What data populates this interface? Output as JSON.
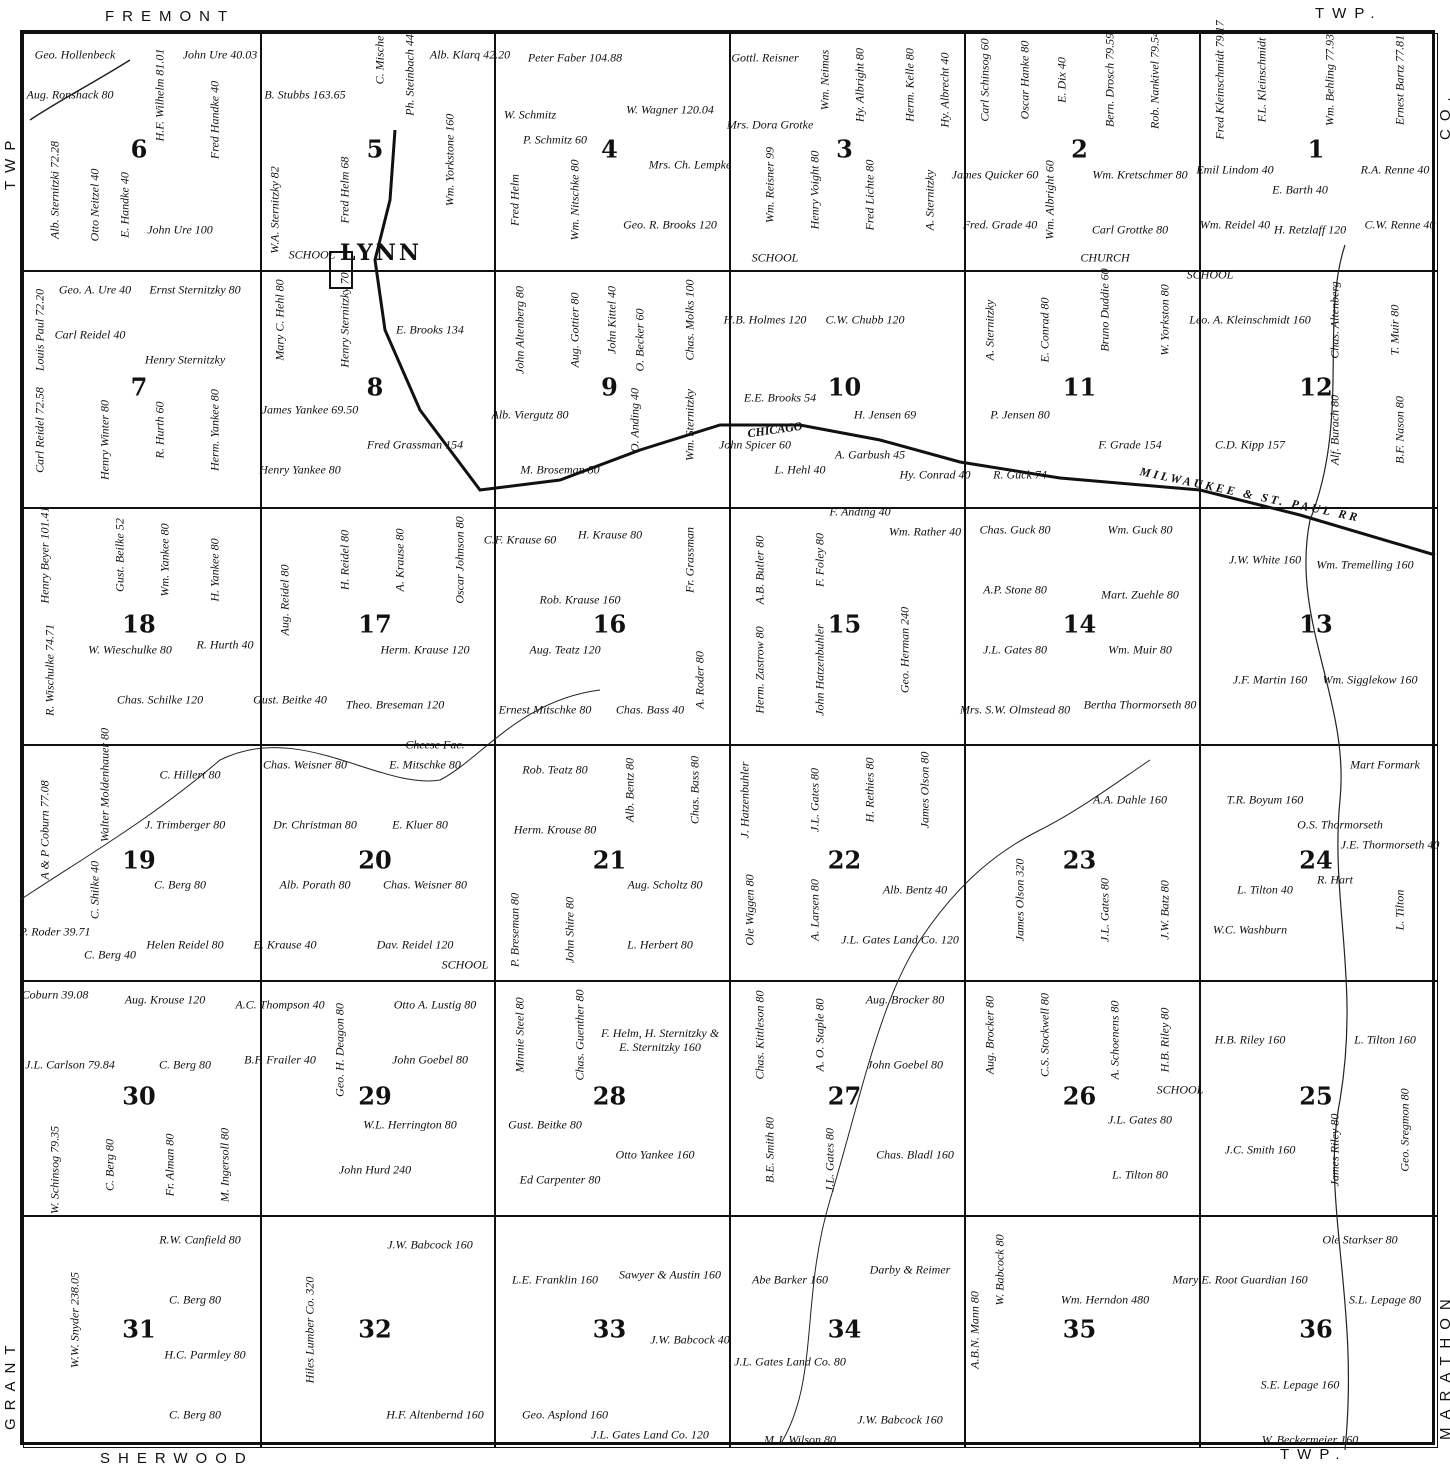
{
  "edges": {
    "top": "FREMONT",
    "top_right": "TWP.",
    "bottom": "SHERWOOD",
    "bottom_right": "TWP.",
    "left_top": "TWP",
    "left_bottom": "GRANT",
    "right_top": "CO.",
    "right_bottom": "MARATHON"
  },
  "town": "LYNN",
  "railroad": {
    "part1": "CHICAGO",
    "part2": "MILWAUKEE & ST. PAUL RR"
  },
  "sections": [
    6,
    5,
    4,
    3,
    2,
    1,
    7,
    8,
    9,
    10,
    11,
    12,
    18,
    17,
    16,
    15,
    14,
    13,
    19,
    20,
    21,
    22,
    23,
    24,
    30,
    29,
    28,
    27,
    26,
    25,
    31,
    32,
    33,
    34,
    35,
    36
  ],
  "owners": [
    "Geo. Hollenbeck",
    "Aug. Ronshack 80",
    "H.F. Wilhelm 81.01",
    "Alb. Sternitzki 72.28",
    "Otto Neitzel 40",
    "E. Handke 40",
    "Fred Handke 40",
    "John Ure 40.03",
    "John Ure 100",
    "B. Stubbs 163.65",
    "C. Mische",
    "Ph. Steinbach 44",
    "Wm. Yorkstone 160",
    "W.A. Sternitzky 82",
    "Fred Helm 68",
    "SCHOOL",
    "Peter Faber 104.88",
    "Alb. Klarq 42.20",
    "P. Schmitz 60",
    "W. Wagner 120.04",
    "W. Schmitz",
    "Fred Helm",
    "Wm. Nitschke 80",
    "Mrs. Ch. Lempke",
    "Geo. R. Brooks 120",
    "Gottl. Reisner",
    "Mrs. Dora Grotke",
    "Wm. Neimas",
    "Hy. Albright 80",
    "Herm. Kelle 80",
    "Hy. Albrecht 40",
    "Wm. Reisner 99",
    "Henry Voight 80",
    "Fred Lichte 80",
    "A. Sternitzky",
    "SCHOOL",
    "Carl Schinsog 60",
    "Oscar Hanke 80",
    "E. Dix 40",
    "Bern. Drosch 79.59",
    "Rob. Nankivel 79.54",
    "James Quicker 60",
    "Fred. Grade 40",
    "Wm. Albright 60",
    "Wm. Kretschmer 80",
    "Carl Grottke 80",
    "CHURCH",
    "Fred Kleinschmidt 79.17",
    "F.L. Kleinschmidt",
    "Wm. Behling 77.93",
    "Ernest Bartz 77.81",
    "Emil Lindom 40",
    "E. Barth 40",
    "Wm. Reidel 40",
    "H. Retzlaff 120",
    "R.A. Renne 40",
    "C.W. Renne 40",
    "Geo. A. Ure 40",
    "Ernst Sternitzky 80",
    "Louis Paul 72.20",
    "Carl Reidel 40",
    "Henry Sternitzky",
    "Carl Reidel 72.58",
    "Henry Winter 80",
    "R. Hurth 60",
    "Herm. Yankee 80",
    "Mary C. Hehl 80",
    "Henry Sternitzky 70",
    "E. Brooks 134",
    "James Yankee 69.50",
    "Fred Grassman 154",
    "Henry Yankee 80",
    "John Altenberg 80",
    "Aug. Gottier 80",
    "John Kittel 40",
    "O. Becker 60",
    "Chas. Molks 100",
    "Alb. Viergutz 80",
    "O. Anding 40",
    "Wm. Sternitzky",
    "M. Broseman 80",
    "H.B. Holmes 120",
    "C.W. Chubb 120",
    "E.E. Brooks 54",
    "H. Jensen 69",
    "John Spicer 60",
    "L. Hehl 40",
    "A. Garbush 45",
    "Hy. Conrad 40",
    "A. Sternitzky",
    "E. Conrad 80",
    "P. Jensen 80",
    "R. Guck 74",
    "Bruno Duddie 60",
    "W. Yorkston 80",
    "Leo. A. Kleinschmidt 160",
    "Chas. Altenberg",
    "T. Muir 80",
    "F. Grade 154",
    "C.D. Kipp 157",
    "Alf. Burach 80",
    "B.F. Nason 80",
    "SCHOOL",
    "Henry Beyer 101.41",
    "Gust. Beilke 52",
    "Wm. Yankee 80",
    "H. Yankee 80",
    "W. Wieschulke 80",
    "R. Hurth 40",
    "R. Wischulke 74.71",
    "Chas. Schilke 120",
    "Aug. Reidel 80",
    "H. Reidel 80",
    "A. Krause 80",
    "Oscar Johnson 80",
    "Herm. Krause 120",
    "Gust. Beitke 40",
    "Theo. Breseman 120",
    "C.F. Krause 60",
    "H. Krause 80",
    "Rob. Krause 160",
    "Fr. Grassman",
    "Aug. Teatz 120",
    "A. Roder 80",
    "Ernest Mitschke 80",
    "Chas. Bass 40",
    "A.B. Butler 80",
    "Herm. Zastrow 80",
    "F. Foley 80",
    "John Hatzenbuhler",
    "F. Anding 40",
    "Wm. Rather 40",
    "Geo. Herman 240",
    "Chas. Guck 80",
    "Wm. Guck 80",
    "A.P. Stone 80",
    "Mart. Zuehle 80",
    "J.L. Gates 80",
    "Wm. Muir 80",
    "Mrs. S.W. Olmstead 80",
    "Bertha Thormorseth 80",
    "J.W. White 160",
    "Wm. Tremelling 160",
    "J.F. Martin 160",
    "Wm. Sigglekow 160",
    "Walter Moldenhauer 80",
    "C. Hillert 80",
    "J. Trimberger 80",
    "A & P Coburn 77.08",
    "C. Shilke 40",
    "C. Berg 80",
    "P. Roder 39.71",
    "C. Berg 40",
    "Helen Reidel 80",
    "Chas. Weisner 80",
    "E. Mitschke 80",
    "Cheese Fac.",
    "Dr. Christman 80",
    "E. Kluer 80",
    "Alb. Porath 80",
    "Chas. Weisner 80",
    "E. Krause 40",
    "Dav. Reidel 120",
    "SCHOOL",
    "Rob. Teatz 80",
    "Alb. Bentz 80",
    "Chas. Bass 80",
    "Herm. Krouse 80",
    "P. Breseman 80",
    "John Shire 80",
    "Aug. Scholtz 80",
    "L. Herbert 80",
    "J. Hatzenbuhler",
    "J.L. Gates 80",
    "H. Rethies 80",
    "James Olson 80",
    "Ole Wiggen 80",
    "A. Larsen 80",
    "Alb. Bentz 40",
    "J.L. Gates Land Co. 120",
    "James Olson 320",
    "A.A. Dahle 160",
    "J.L. Gates 80",
    "J.W. Batz 80",
    "T.R. Boyum 160",
    "Mart Formark",
    "J.E. Thormorseth 40",
    "O.S. Thormorseth",
    "L. Tilton 40",
    "R. Hart",
    "W.C. Washburn",
    "L. Tilton",
    "Coburn 39.08",
    "Aug. Krouse 120",
    "J.L. Carlson 79.84",
    "C. Berg 80",
    "W. Schinsog 79.35",
    "C. Berg 80",
    "Fr. Alman 80",
    "M. Ingersoll 80",
    "A.C. Thompson 40",
    "Otto A. Lustig 80",
    "Geo. H. Deagon 80",
    "B.F. Frailer 40",
    "John Goebel 80",
    "W.L. Herrington 80",
    "John Hurd 240",
    "Minnie Steel 80",
    "Chas. Guenther 80",
    "F. Helm, H. Sternitzky & E. Sternitzky 160",
    "Gust. Beitke 80",
    "Otto Yankee 160",
    "Ed Carpenter 80",
    "Chas. Kittleson 80",
    "A. O. Staple 80",
    "Aug. Brocker 80",
    "John Goebel 80",
    "B.E. Smith 80",
    "J.L. Gates 80",
    "Chas. Bladl 160",
    "Aug. Brocker 80",
    "C.S. Stockwell 80",
    "A. Schoenens 80",
    "H.B. Riley 80",
    "J.L. Gates 80",
    "L. Tilton 80",
    "SCHOOL",
    "H.B. Riley 160",
    "L. Tilton 160",
    "J.C. Smith 160",
    "James Riley 80",
    "Geo. Sregmon 80",
    "W.W. Snyder 238.05",
    "R.W. Canfield 80",
    "C. Berg 80",
    "H.C. Parmley 80",
    "C. Berg 80",
    "Hiles Lumber Co. 320",
    "J.W. Babcock 160",
    "H.F. Altenbernd 160",
    "L.E. Franklin 160",
    "Sawyer & Austin 160",
    "J.W. Babcock 40",
    "Geo. Asplond 160",
    "J.L. Gates Land Co. 120",
    "Abe Barker 160",
    "Darby & Reimer",
    "J.L. Gates Land Co. 80",
    "J.W. Babcock 160",
    "M.J. Wilson 80",
    "A.B.N. Mann 80",
    "W. Babcock 80",
    "Wm. Herndon 480",
    "Ole Starkser 80",
    "Mary E. Root Guardian 160",
    "S.L. Lepage 80",
    "S.E. Lepage 160",
    "W. Beckermeier 160"
  ]
}
